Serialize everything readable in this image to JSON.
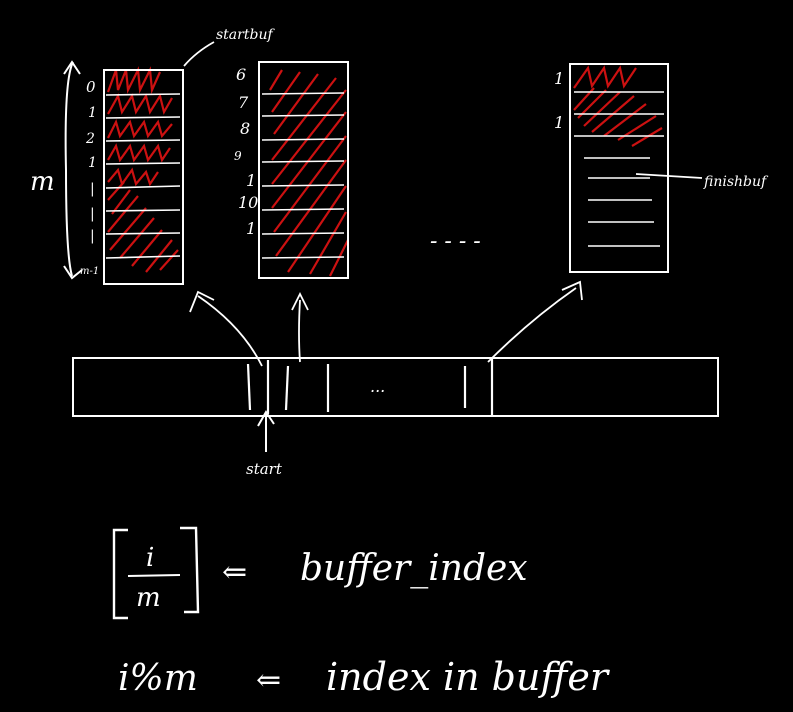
{
  "labels": {
    "startbuf": "startbuf",
    "finishbuf": "finishbuf",
    "m": "m",
    "start": "start",
    "ellipsis": "- - - -",
    "map_ellipsis": "...",
    "m_minus_1": "m-1"
  },
  "buffer1_indices": [
    "0",
    "1",
    "2",
    "1",
    "|",
    "|",
    "|"
  ],
  "buffer2_indices": [
    "6",
    "7",
    "8",
    "9",
    "1",
    "10",
    "1"
  ],
  "buffer3_indices": [
    "1",
    "1"
  ],
  "formulas": {
    "floor_numerator": "i",
    "floor_denominator": "m",
    "floor_label": "buffer_index",
    "mod_expr": "i%m",
    "mod_label": "index in buffer",
    "arrow": "⇐"
  },
  "colors": {
    "fill": "#cc1111",
    "line": "#ffffff",
    "background": "#000000"
  }
}
